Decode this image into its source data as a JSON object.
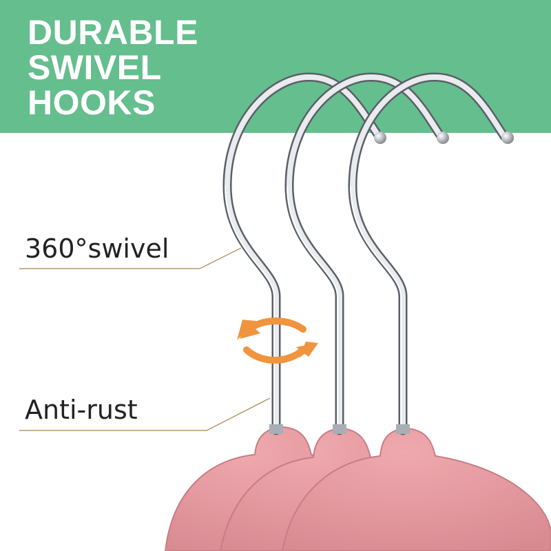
{
  "header": {
    "title_lines": [
      "DURABLE",
      "SWIVEL",
      "HOOKS"
    ]
  },
  "callouts": {
    "swivel": "360°swivel",
    "rust": "Anti-rust"
  },
  "colors": {
    "banner": "#65be8d",
    "rotate_arrows": "#f0943d",
    "hanger_body": "#e79aa0",
    "hook_metal": "#c7cad0",
    "leader_line": "#b9976a"
  },
  "icons": [
    "rotate-arrows-icon"
  ]
}
